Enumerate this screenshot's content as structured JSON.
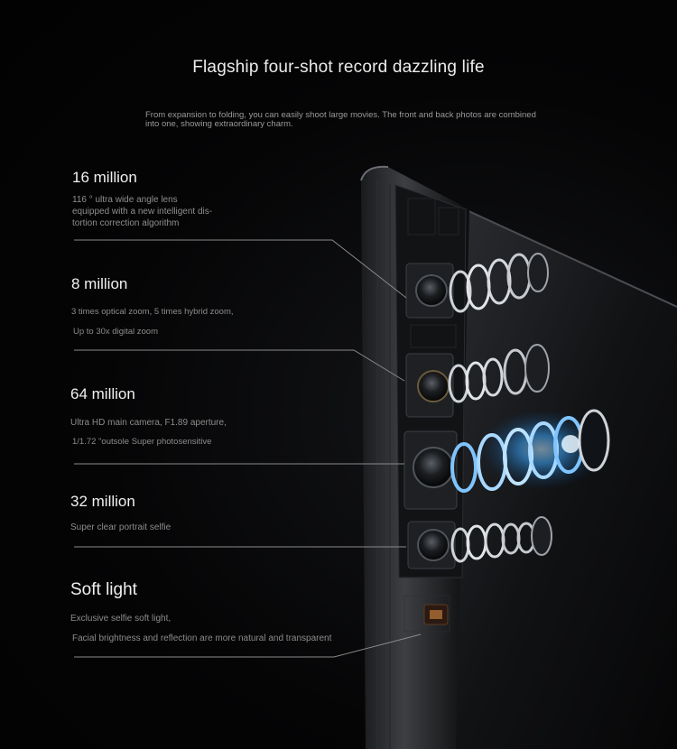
{
  "header": {
    "title": "Flagship four-shot record dazzling life",
    "subtitle": "From expansion to folding, you can easily shoot large movies. The front and back photos are combined into one, showing extraordinary charm."
  },
  "features": [
    {
      "heading": "16 million",
      "lines": [
        "116 ° ultra wide angle lens",
        "equipped with a new intelligent dis-",
        "tortion correction algorithm"
      ]
    },
    {
      "heading": "8 million",
      "lines": [
        "3 times optical zoom, 5 times hybrid zoom,",
        "Up to 30x digital zoom"
      ]
    },
    {
      "heading": "64 million",
      "lines": [
        "Ultra HD main camera, F1.89 aperture,",
        "1/1.72 \"outsole Super photosensitive"
      ]
    },
    {
      "heading": "32 million",
      "lines": [
        "Super clear portrait selfie"
      ]
    },
    {
      "heading": "Soft light",
      "lines": [
        "Exclusive selfie soft light,",
        "Facial brightness and reflection are more natural and transparent"
      ]
    }
  ],
  "colors": {
    "background": "#040404",
    "lens_glow": "#3aa8ff",
    "leader_line": "#8a8a8a"
  }
}
